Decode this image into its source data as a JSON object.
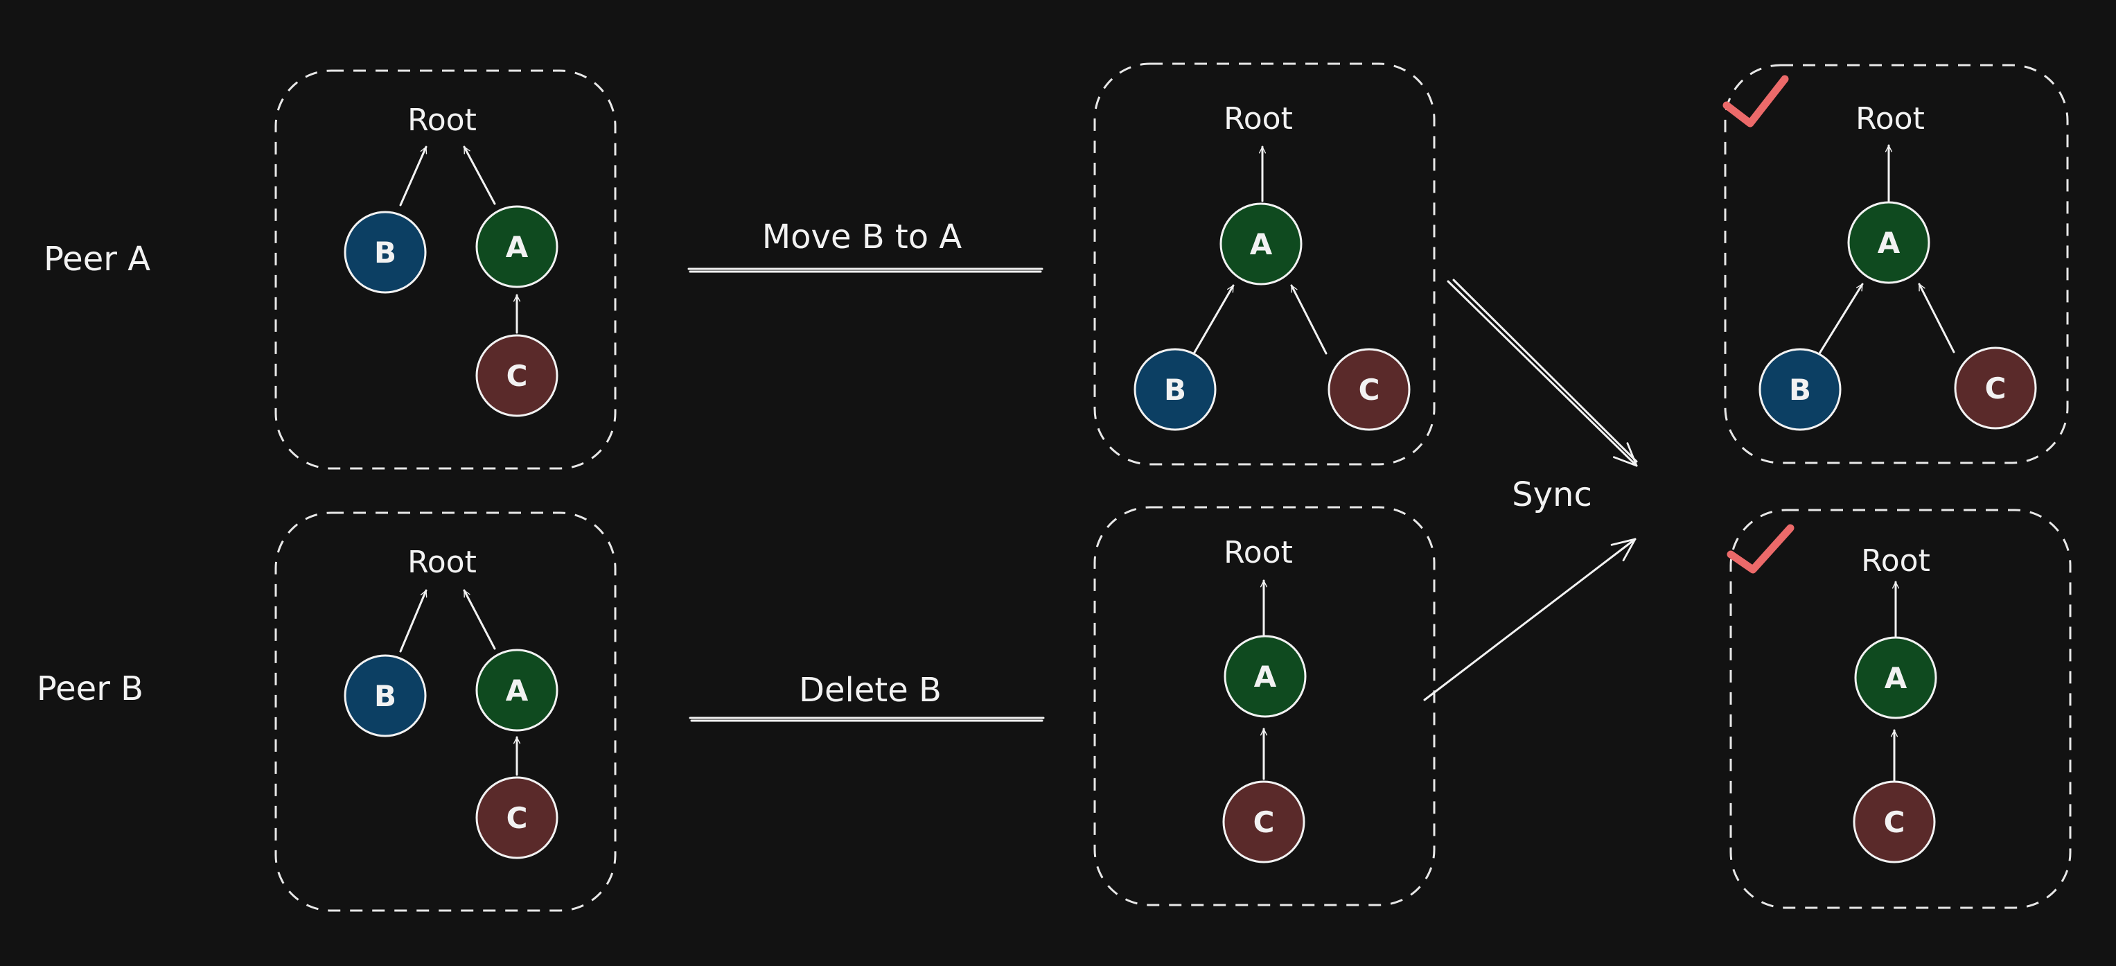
{
  "labels": {
    "peer_a": "Peer A",
    "peer_b": "Peer B",
    "op_a": "Move B to A",
    "op_b": "Delete B",
    "sync": "Sync",
    "root": "Root"
  },
  "nodes": {
    "a": "A",
    "b": "B",
    "c": "C"
  },
  "colors": {
    "background": "#121212",
    "node_a": "#0f4a1f",
    "node_b": "#0c3f63",
    "node_c": "#5a2a2a",
    "check": "#ec6a6a",
    "stroke": "#f2f2f2"
  }
}
